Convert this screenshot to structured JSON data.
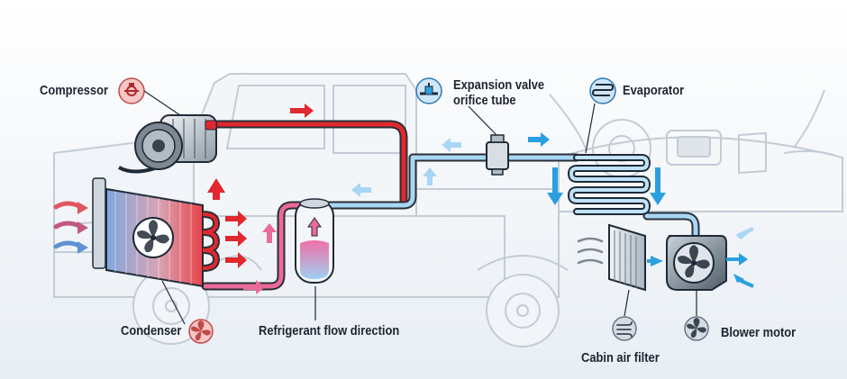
{
  "labels": {
    "compressor": "Compressor",
    "expansion_valve": [
      "Expansion valve",
      "orifice tube"
    ],
    "evaporator": "Evaporator",
    "condenser": "Condenser",
    "refrigerant_flow": "Refrigerant flow direction",
    "blower_motor": "Blower motor",
    "cabin_air_filter": "Cabin air filter"
  },
  "icons": {
    "compressor": "compressor-icon",
    "expansion_valve": "valve-icon",
    "evaporator": "evaporator-coil-icon",
    "condenser": "condenser-fan-icon",
    "blower_motor": "blower-fan-icon",
    "cabin_air_filter": "airflow-icon"
  },
  "colors": {
    "hot_line": "#e0282e",
    "hot_pink": "#ea6a9a",
    "cold_line": "#a8d6f5",
    "cold_arrow": "#2a9fe0",
    "outline": "#1f2a36",
    "label_text": "#1d2530",
    "icon_red_bg": "#f6c7c4",
    "icon_blue_bg": "#cfe6f7",
    "icon_grey_bg": "#d5dde4"
  }
}
